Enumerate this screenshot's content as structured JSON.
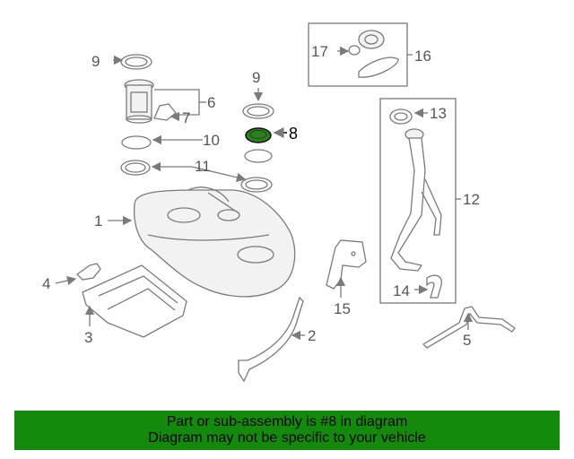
{
  "callouts": {
    "c1": "1",
    "c2": "2",
    "c3": "3",
    "c4": "4",
    "c5": "5",
    "c6": "6",
    "c7": "7",
    "c8": "8",
    "c9a": "9",
    "c9b": "9",
    "c10": "10",
    "c11": "11",
    "c12": "12",
    "c13": "13",
    "c14": "14",
    "c15": "15",
    "c16": "16",
    "c17": "17"
  },
  "colors": {
    "highlight": "#2e7d1e",
    "banner": "#138a0c",
    "line": "#7a7a7a"
  },
  "banner": {
    "line1": "Part or sub-assembly is #8 in diagram",
    "line2": "Diagram may not be specific to your vehicle"
  }
}
